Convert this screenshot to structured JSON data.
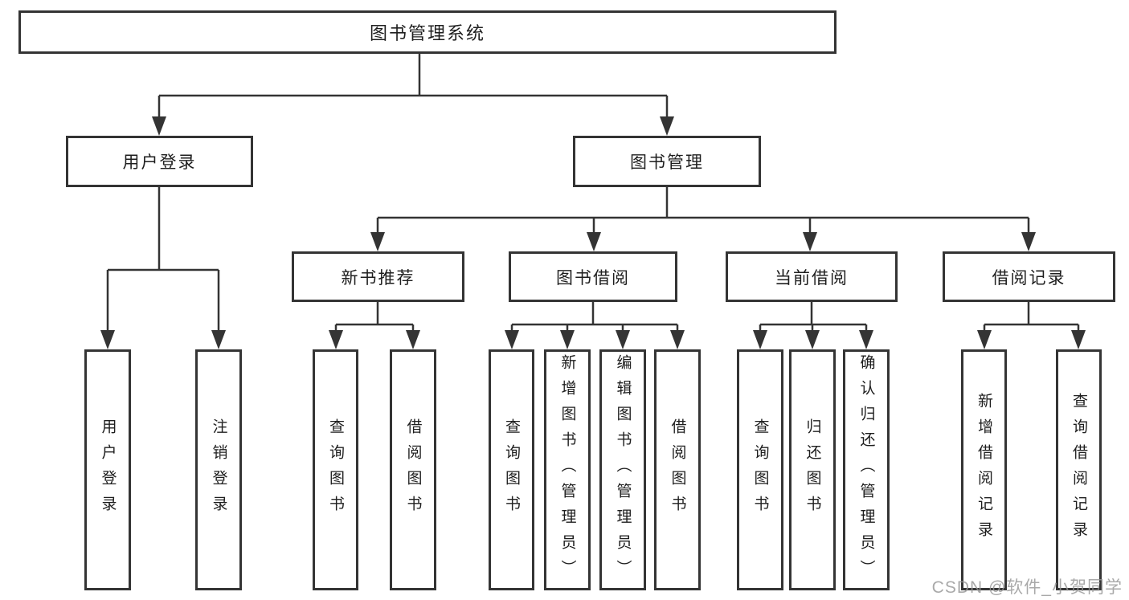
{
  "diagram": {
    "title": "图书管理系统",
    "watermark": "CSDN @软件_小贺同学",
    "branches": {
      "user_login": {
        "label": "用户登录",
        "children": {
          "login": "用户登录",
          "logout": "注销登录"
        }
      },
      "book_management": {
        "label": "图书管理",
        "sections": {
          "new_book_recommendation": {
            "label": "新书推荐",
            "children": {
              "query_books": "查询图书",
              "borrow_books": "借阅图书"
            }
          },
          "book_borrowing": {
            "label": "图书借阅",
            "children": {
              "query_books": "查询图书",
              "add_books": "新增图书（管理员）",
              "edit_books": "编辑图书（管理员）",
              "borrow_books": "借阅图书"
            }
          },
          "current_borrowing": {
            "label": "当前借阅",
            "children": {
              "query_books": "查询图书",
              "return_books": "归还图书",
              "confirm_return": "确认归还（管理员）"
            }
          },
          "borrowing_records": {
            "label": "借阅记录",
            "children": {
              "add_record": "新增借阅记录",
              "query_record": "查询借阅记录"
            }
          }
        }
      }
    }
  }
}
